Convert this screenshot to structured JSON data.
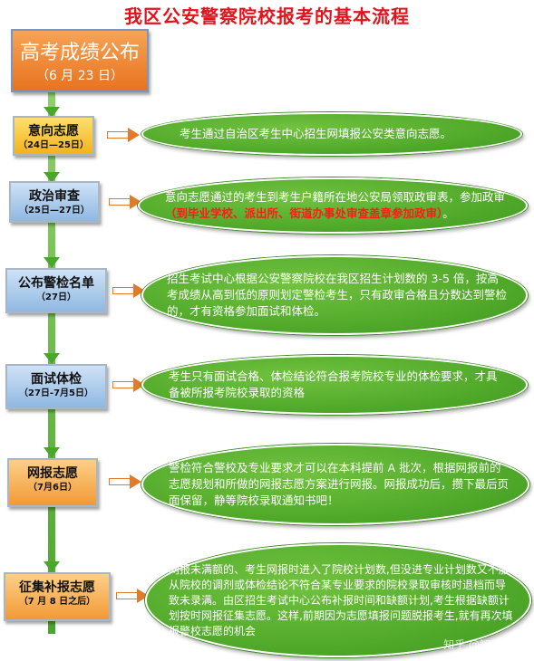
{
  "title": "我区公安警察院校报考的基本流程",
  "start": {
    "label": "高考成绩公布",
    "date": "（6 月 23 日）"
  },
  "steps": [
    {
      "label": "意向志愿",
      "date": "（24日—25日）",
      "desc": "考生通过自治区考生中心招生网填报公安类意向志愿。"
    },
    {
      "label": "政治审查",
      "date": "（25日—27日）",
      "desc": "意向志愿通过的考生到考生户籍所在地公安局领取政审表，参加政审",
      "desc_red": "（到毕业学校、派出所、街道办事处审查盖章参加政审）",
      "desc_end": "。"
    },
    {
      "label": "公布警检名单",
      "date": "（27日）",
      "desc": "招生考试中心根据公安警察院校在我区招生计划数的 3-5 倍，按高考成绩从高到低的原则划定警检考生，只有政审合格且分数达到警检的，才有资格参加面试和体检。"
    },
    {
      "label": "面试体检",
      "date": "（27日-7月5日）",
      "desc": "考生只有面试合格、体检结论符合报考院校专业的体检要求，才具备被所报考院校录取的资格"
    },
    {
      "label": "网报志愿",
      "date": "（7月6日）",
      "desc": "警检符合警校及专业要求才可以在本科提前 A 批次，根据网报前的志愿规划和所做的网报志愿方案进行网报。网报成功后，攒下最后页面保留，静等院校录取通知书吧！"
    },
    {
      "label": "征集补报志愿",
      "date": "（7 月 8 日之后）",
      "desc": "网报未满额的、考生网报时进入了院校计划数,但没进专业计划数又不服从院校的调剂或体检结论不符合某专业要求的院校录取审核时退档而导致未录满。由区招生考试中心公布补报时间和缺额计划,考生根据缺额计划按时网报征集志愿。这样,前期因为志愿填报问题脱报考生,就有再次填报警校志愿的机会"
    }
  ],
  "watermark": "知乎 @知乎用户",
  "para_mark": "↵"
}
